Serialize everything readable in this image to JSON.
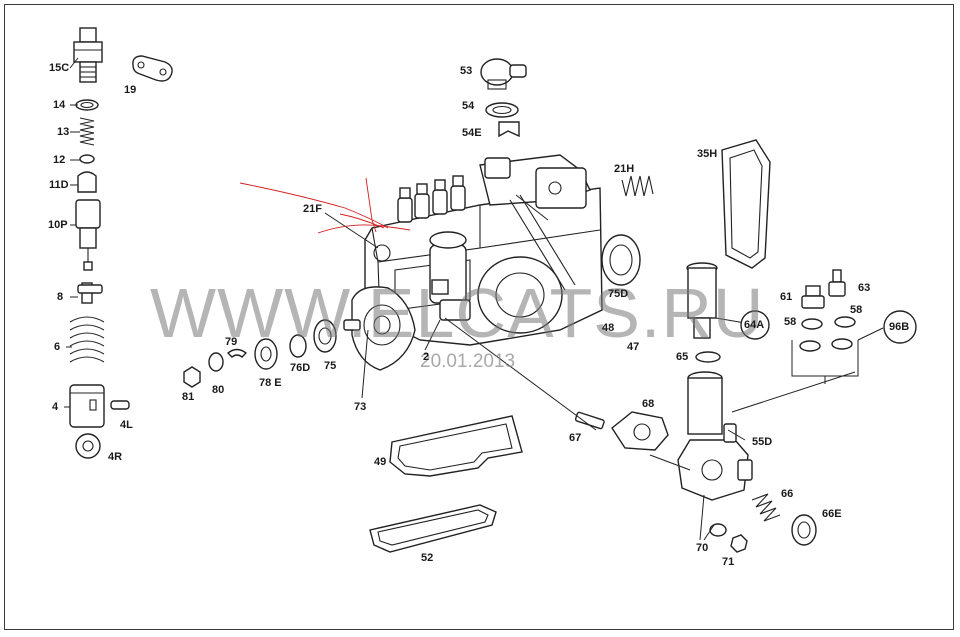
{
  "callouts": {
    "c15C": "15C",
    "c19": "19",
    "c14": "14",
    "c13": "13",
    "c12": "12",
    "c11D": "11D",
    "c10P": "10P",
    "c8": "8",
    "c6": "6",
    "c4": "4",
    "c4L": "4L",
    "c4R": "4R",
    "c53": "53",
    "c54": "54",
    "c54E": "54E",
    "c21H": "21H",
    "c35H": "35H",
    "c21F": "21F",
    "c75D": "75D",
    "c64A": "64A",
    "c61": "61",
    "c63": "63",
    "c58a": "58",
    "c58b": "58",
    "c96B": "96B",
    "c65": "65",
    "c48": "48",
    "c47": "47",
    "c2": "2",
    "c79": "79",
    "c76D": "76D",
    "c75": "75",
    "c78E": "78 E",
    "c81": "81",
    "c80": "80",
    "c73": "73",
    "c68": "68",
    "c67": "67",
    "c55D": "55D",
    "c49": "49",
    "c66": "66",
    "c66E": "66E",
    "c52": "52",
    "c70": "70",
    "c71": "71"
  },
  "watermark": {
    "text": "WWW.ELCATS.RU",
    "date": "20.01.2013"
  },
  "colors": {
    "line": "#222222",
    "annotation": "#d42020",
    "watermark": "#9a9a9a",
    "frame": "#3a3a3a"
  }
}
